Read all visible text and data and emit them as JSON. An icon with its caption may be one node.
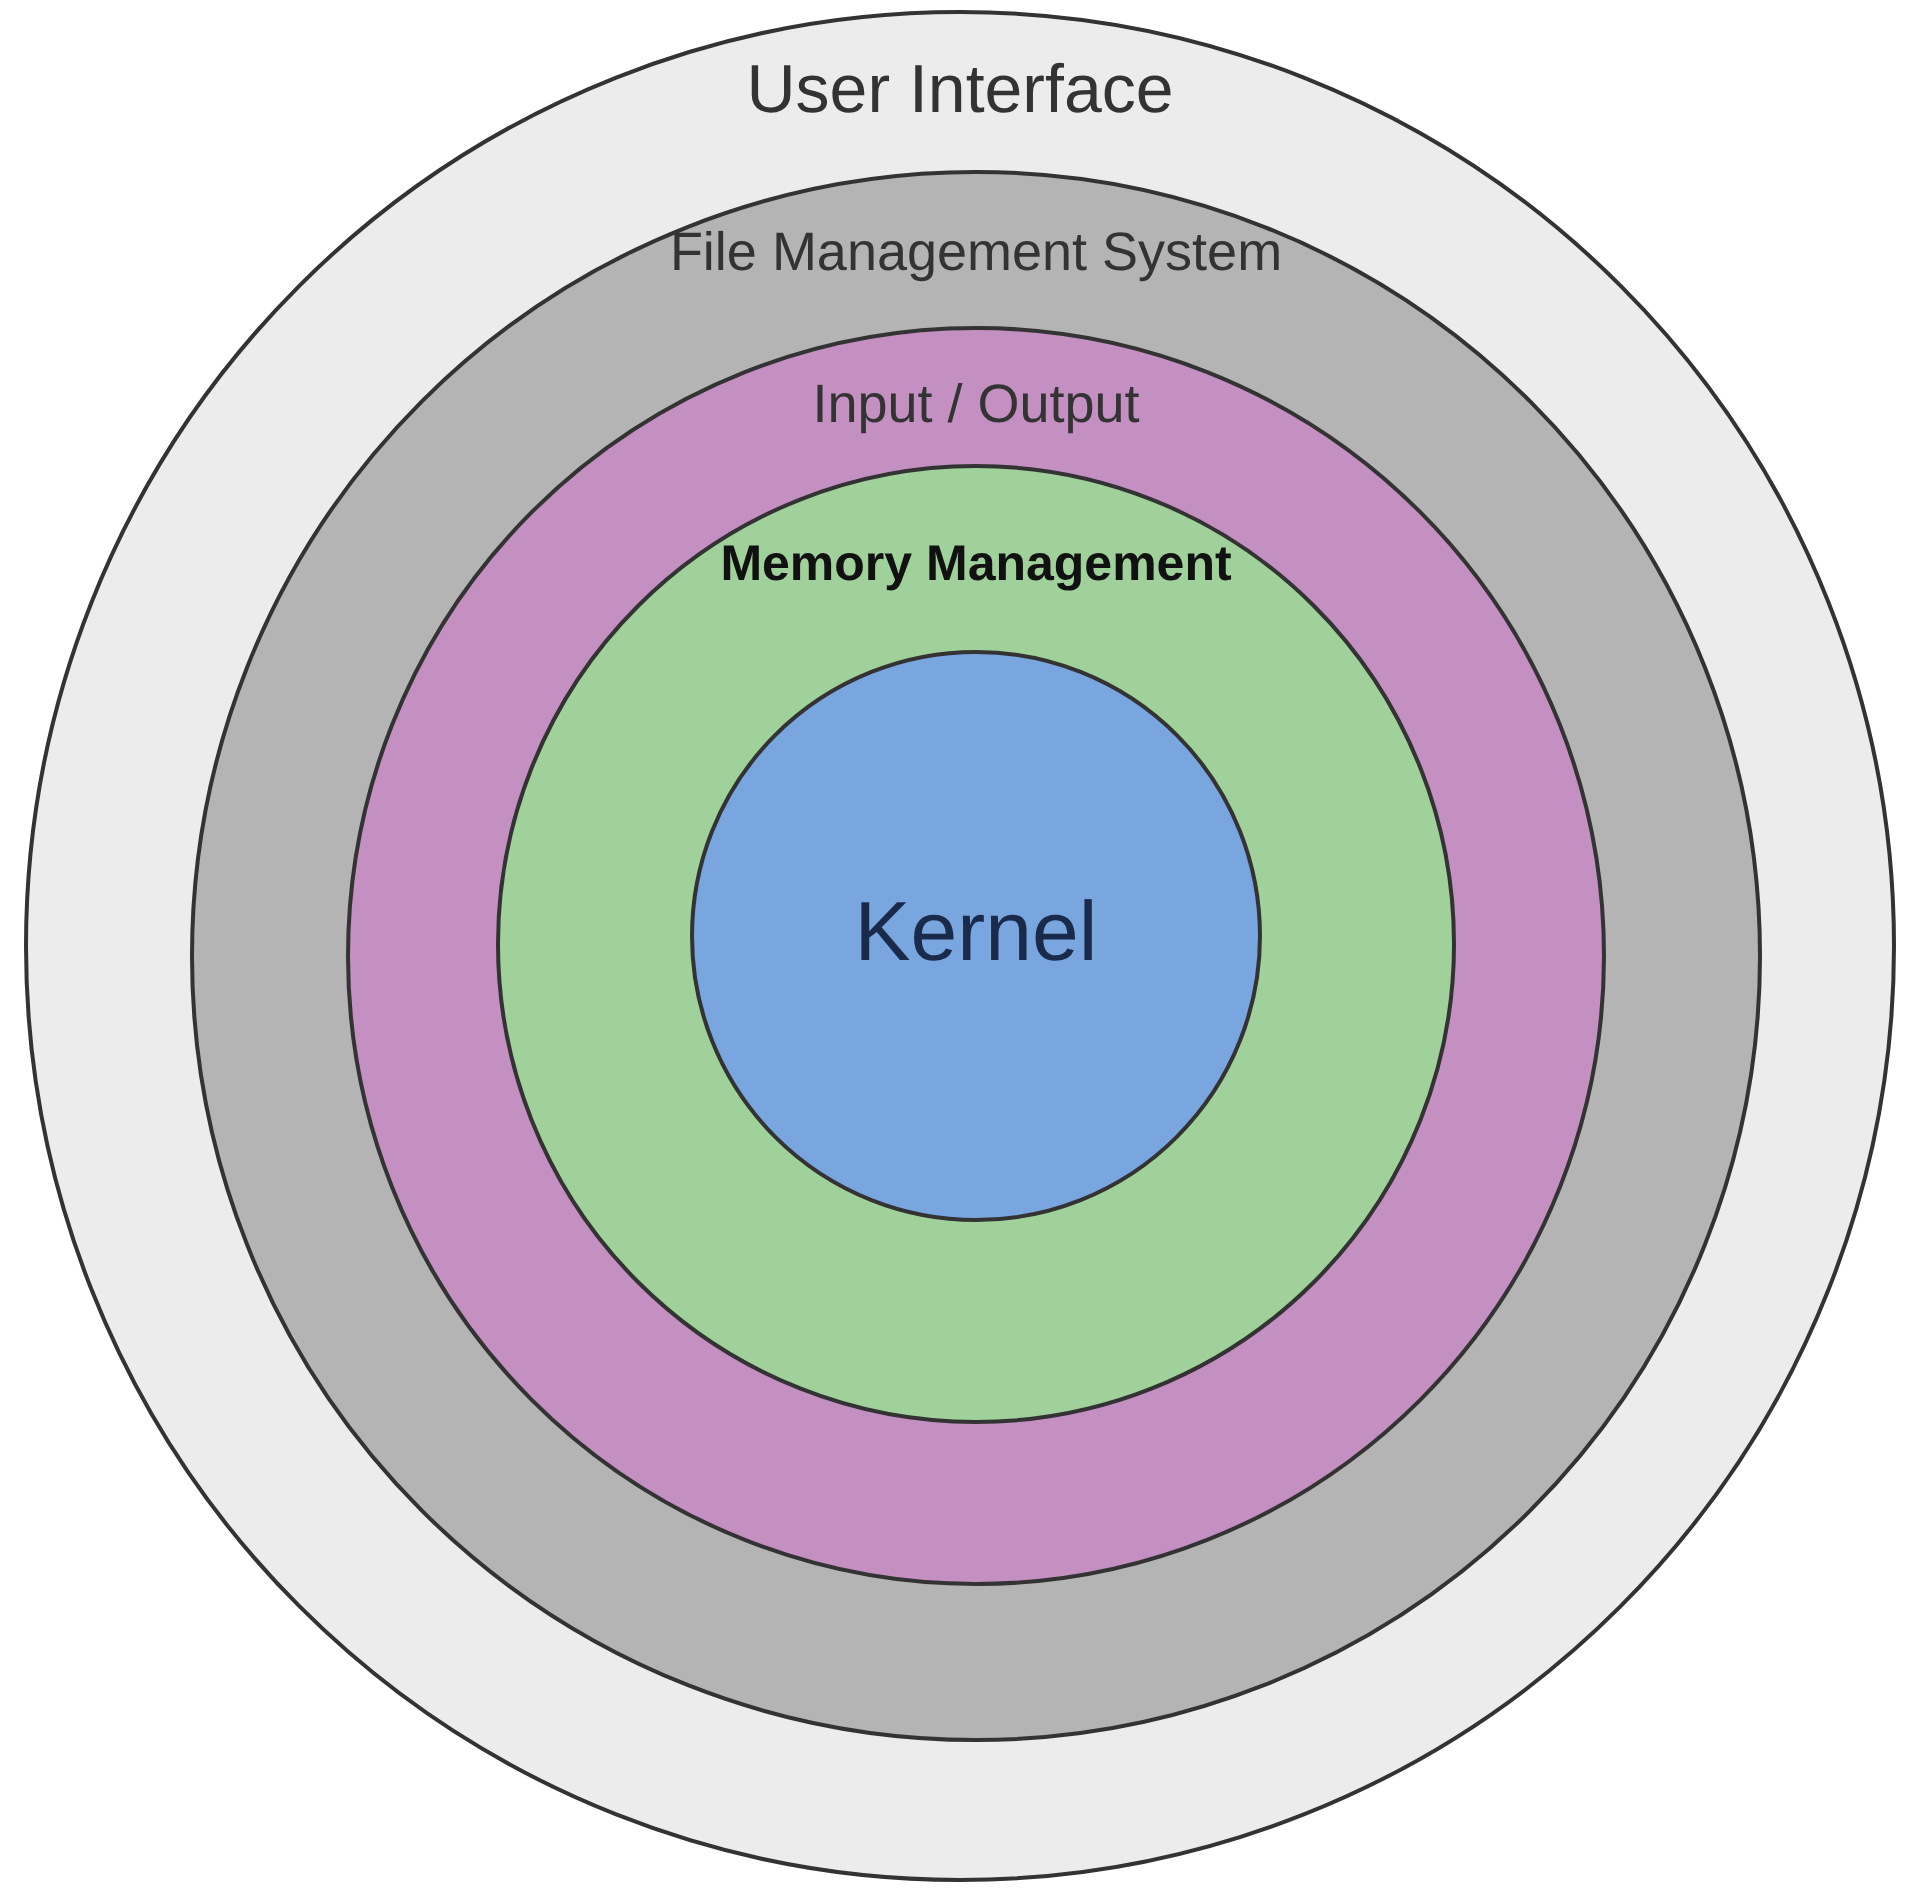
{
  "diagram": {
    "nodes": [
      {
        "text": [
          "User Interface"
        ]
      },
      {
        "text": [
          "File Management System"
        ],
        "in": 0
      },
      {
        "text": [
          "Input / Output"
        ],
        "in": 1
      },
      {
        "text": [
          "Memory Management"
        ],
        "in": 2
      },
      {
        "text": [
          "Kernel"
        ],
        "in": 3
      }
    ]
  }
}
